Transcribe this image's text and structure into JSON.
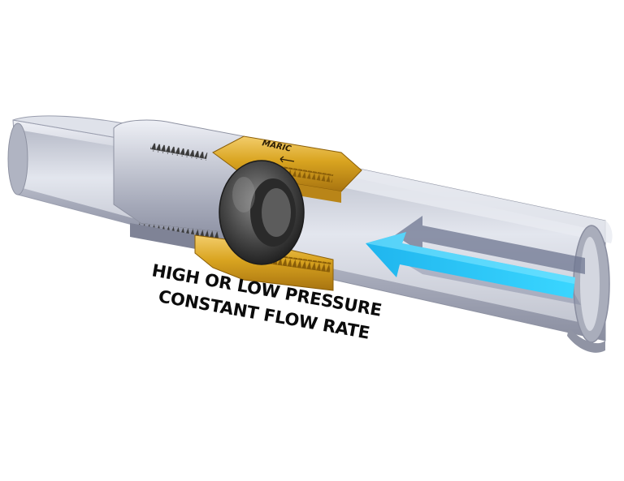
{
  "brand": {
    "text": "MARIC"
  },
  "caption": {
    "line1": "HIGH OR LOW PRESSURE",
    "line2": "CONSTANT FLOW RATE"
  },
  "colors": {
    "pipe": "#c9ccd6",
    "fitting": "#d9a420",
    "ring": "#454545",
    "flow_arrow": "#22c4f2",
    "shadow_arrow": "#6e7590"
  },
  "icons": {
    "flow_direction": "arrow-left-icon",
    "brand_arrow": "small-arrow-left-icon"
  }
}
